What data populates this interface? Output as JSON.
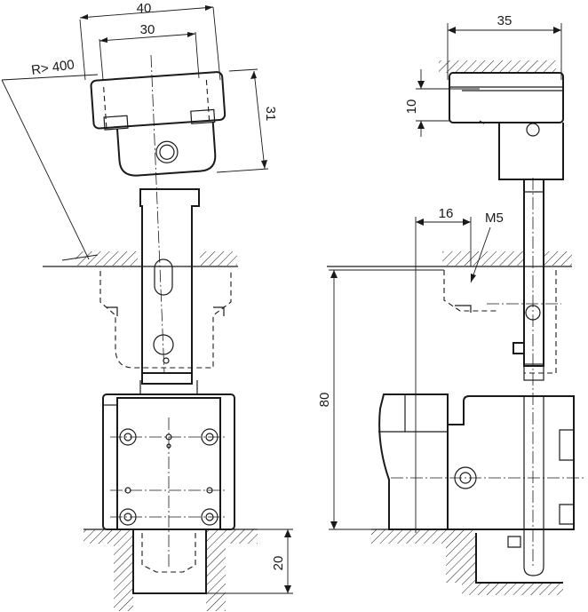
{
  "dimensions": {
    "width_40": "40",
    "width_30": "30",
    "radius": "R> 400",
    "height_31": "31",
    "width_35": "35",
    "height_10": "10",
    "offset_16": "16",
    "thread": "M5",
    "height_80": "80",
    "depth_20": "20"
  }
}
